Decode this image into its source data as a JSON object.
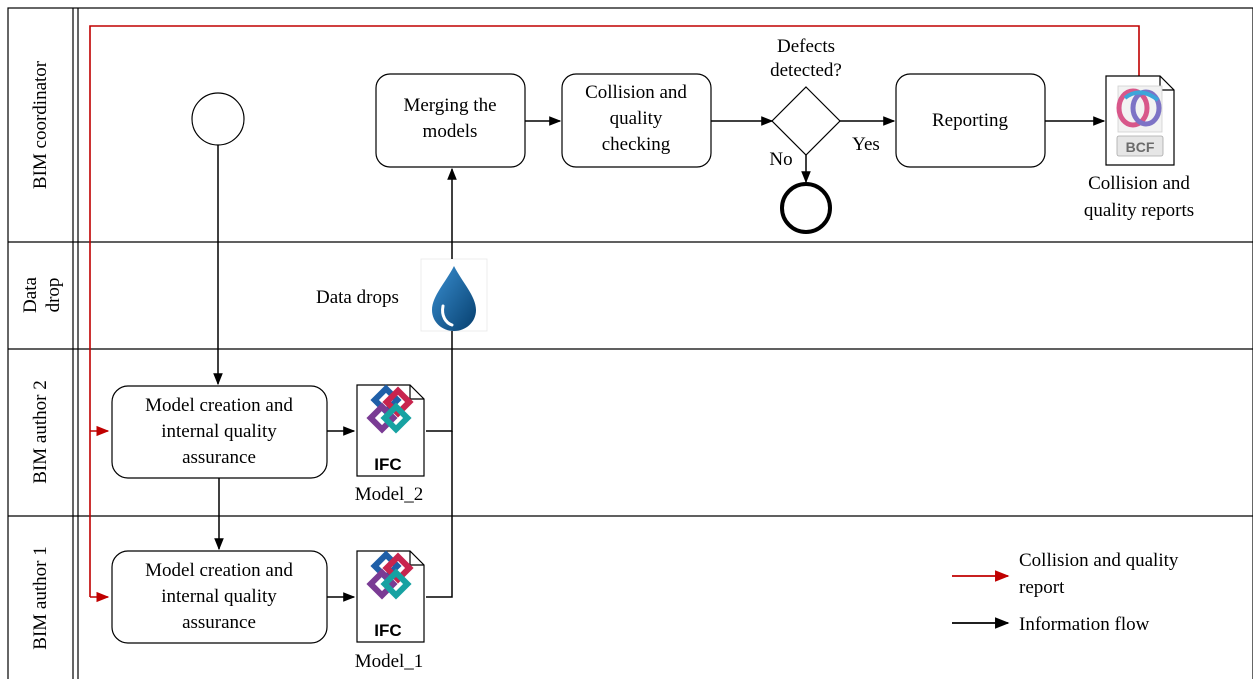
{
  "lanes": [
    {
      "label": "BIM coordinator"
    },
    {
      "label_lines": [
        "Data",
        "drop"
      ]
    },
    {
      "label": "BIM author 2"
    },
    {
      "label": "BIM author 1"
    }
  ],
  "tasks": {
    "merge": [
      "Merging the",
      "models"
    ],
    "check": [
      "Collision and",
      "quality",
      "checking"
    ],
    "report": [
      "Reporting"
    ],
    "model_creation_2": [
      "Model creation and",
      "internal quality",
      "assurance"
    ],
    "model_creation_1": [
      "Model creation and",
      "internal quality",
      "assurance"
    ]
  },
  "gateway": {
    "question": [
      "Defects",
      "detected?"
    ],
    "yes_label": "Yes",
    "no_label": "No"
  },
  "artifacts": {
    "data_drops_label": "Data drops",
    "bcf_badge": "BCF",
    "bcf_caption": [
      "Collision and",
      "quality reports"
    ],
    "ifc_badge": "IFC",
    "model_2_caption": "Model_2",
    "model_1_caption": "Model_1"
  },
  "legend": {
    "red_label": [
      "Collision and quality",
      "report"
    ],
    "black_label": "Information flow"
  },
  "colors": {
    "red_flow": "#c00000",
    "black_flow": "#000000",
    "drop_blue": "#0a5a8f",
    "task_fill": "#ffffff",
    "lane_border": "#000000"
  }
}
